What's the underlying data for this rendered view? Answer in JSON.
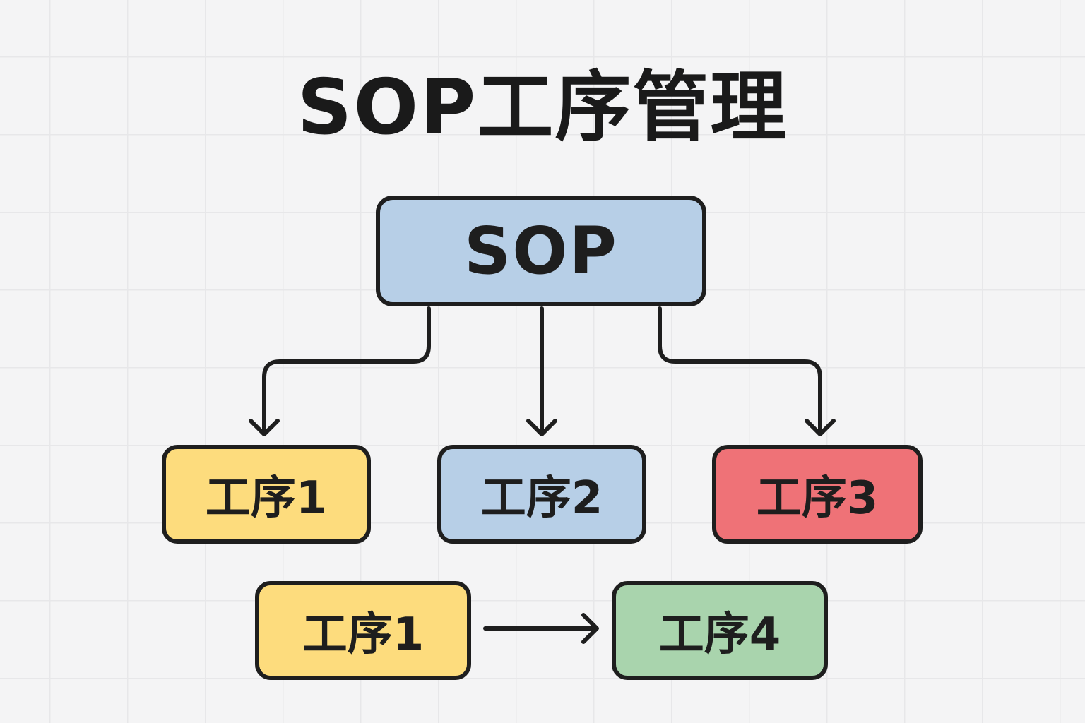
{
  "title": "SOP工序管理",
  "colors": {
    "blue": "#b7cfe7",
    "yellow": "#fddc7d",
    "red": "#ef7277",
    "green": "#a9d4ad",
    "stroke": "#1e1e1e"
  },
  "nodes": {
    "sop": {
      "label": "SOP",
      "color": "blue"
    },
    "step1": {
      "label": "工序1",
      "color": "yellow"
    },
    "step2": {
      "label": "工序2",
      "color": "blue"
    },
    "step3": {
      "label": "工序3",
      "color": "red"
    },
    "step1b": {
      "label": "工序1",
      "color": "yellow"
    },
    "step4": {
      "label": "工序4",
      "color": "green"
    }
  },
  "edges": [
    {
      "from": "sop",
      "to": "step1"
    },
    {
      "from": "sop",
      "to": "step2"
    },
    {
      "from": "sop",
      "to": "step3"
    },
    {
      "from": "step1b",
      "to": "step4"
    }
  ]
}
